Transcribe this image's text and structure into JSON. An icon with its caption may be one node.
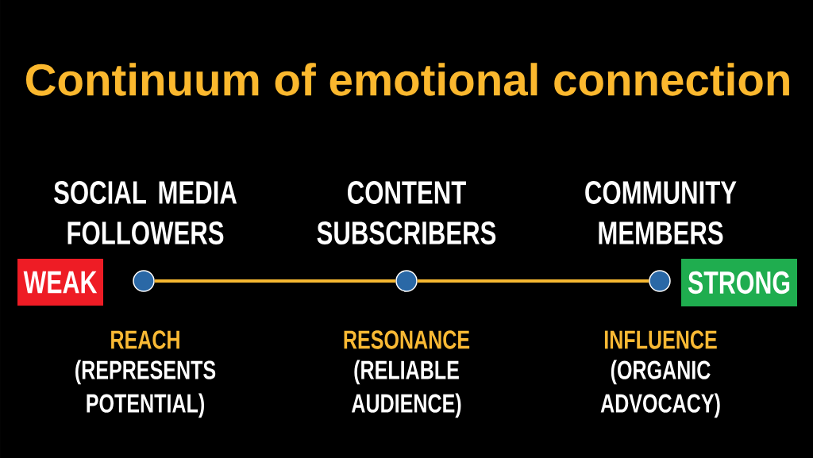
{
  "diagram": {
    "title": "Continuum of emotional connection",
    "nodes": [
      {
        "text": [
          "WEAK"
        ]
      },
      {
        "text": [],
        "shape": "circle",
        "beside": [
          "SOCIAL MEDIA FOLLOWERS",
          "REACH",
          "(REPRESENTS POTENTIAL)"
        ]
      },
      {
        "text": [],
        "shape": "circle",
        "beside": [
          "CONTENT SUBSCRIBERS",
          "RESONANCE",
          "(RELIABLE AUDIENCE)"
        ]
      },
      {
        "text": [],
        "shape": "circle",
        "beside": [
          "COMMUNITY MEMBERS",
          "INFLUENCE",
          "(ORGANIC ADVOCACY)"
        ]
      },
      {
        "text": [
          "STRONG"
        ]
      }
    ],
    "edges": [
      {
        "from": 1,
        "to": 2,
        "arrow": "none"
      },
      {
        "from": 2,
        "to": 3,
        "arrow": "none"
      }
    ]
  }
}
